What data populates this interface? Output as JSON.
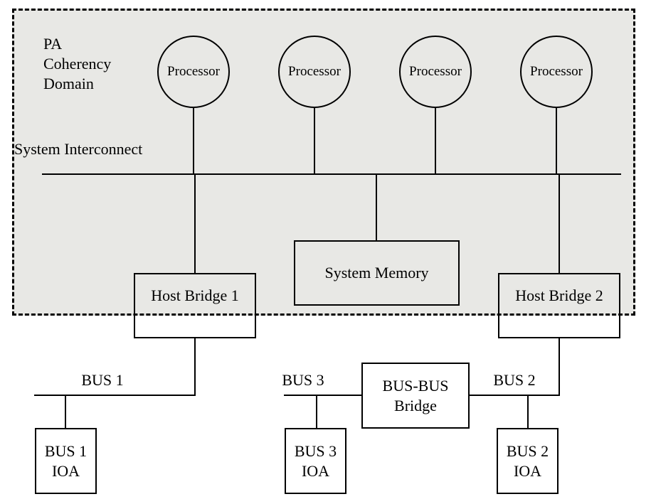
{
  "colors": {
    "page_bg": "#ffffff",
    "domain_fill": "#e8e8e5",
    "ink": "#000000"
  },
  "domain": {
    "label": "PA\nCoherency\nDomain",
    "interconnect_label": "System Interconnect"
  },
  "processors": [
    {
      "label": "Processor"
    },
    {
      "label": "Processor"
    },
    {
      "label": "Processor"
    },
    {
      "label": "Processor"
    }
  ],
  "boxes": {
    "system_memory": "System Memory",
    "host_bridge_1": "Host Bridge 1",
    "host_bridge_2": "Host Bridge 2",
    "bus_bus_bridge": "BUS-BUS\nBridge",
    "bus1_ioa": "BUS 1\nIOA",
    "bus3_ioa": "BUS 3\nIOA",
    "bus2_ioa": "BUS 2\nIOA"
  },
  "bus_labels": {
    "bus1": "BUS 1",
    "bus3": "BUS 3",
    "bus2": "BUS 2"
  }
}
